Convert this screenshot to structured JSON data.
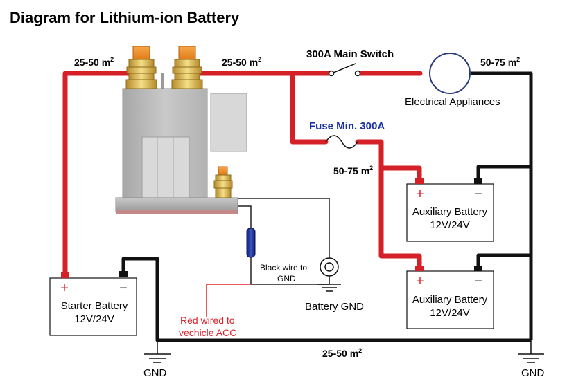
{
  "title": "Diagram for Lithium-ion Battery",
  "cables": {
    "starter_positive": "25-50 m",
    "relay_output": "25-50 m",
    "appliance_return": "50-75 m",
    "aux_feed": "50-75 m",
    "ground_return": "25-50 m",
    "superscript": "2"
  },
  "components": {
    "main_switch": "300A Main Switch",
    "appliances": "Electrical Appliances",
    "fuse": "Fuse Min. 300A",
    "black_wire_line1": "Black wire  to",
    "black_wire_line2": "GND",
    "battery_gnd": "Battery GND",
    "red_wire_line1": "Red wired to",
    "red_wire_line2": "vechicle ACC",
    "gnd": "GND"
  },
  "batteries": {
    "starter": {
      "name": "Starter Battery",
      "voltage": "12V/24V",
      "plus": "+",
      "minus": "−"
    },
    "aux1": {
      "name": "Auxiliary Battery",
      "voltage": "12V/24V",
      "plus": "+",
      "minus": "−"
    },
    "aux2": {
      "name": "Auxiliary Battery",
      "voltage": "12V/24V",
      "plus": "+",
      "minus": "−"
    }
  },
  "colors": {
    "positive_cable": "#d42026",
    "negative_cable": "#111111",
    "fuse_label": "#1a2fa8",
    "acc_wire": "#e0232a",
    "terminal_cap": "#f08c22"
  }
}
